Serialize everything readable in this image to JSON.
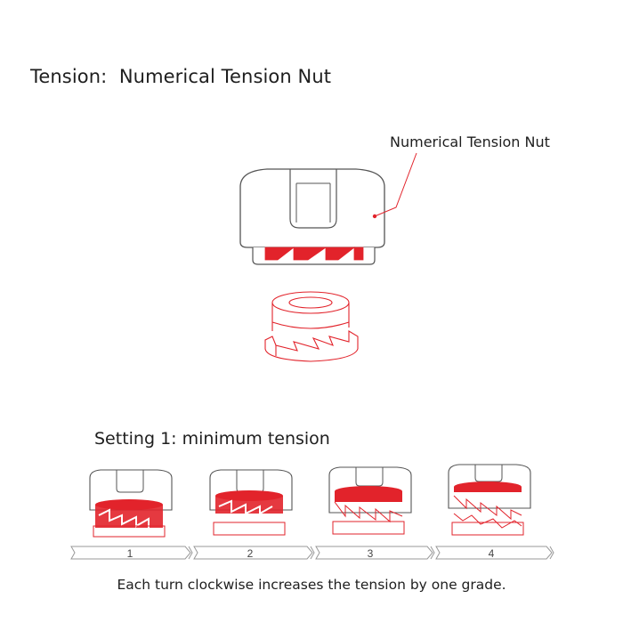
{
  "title": {
    "prefix": "Tension:",
    "main": "Numerical Tension Nut"
  },
  "callout": {
    "label": "Numerical Tension Nut"
  },
  "setting": {
    "prefix": "Setting 1:",
    "text": "minimum tension"
  },
  "steps": [
    "1",
    "2",
    "3",
    "4"
  ],
  "footer": {
    "caption": "Each turn clockwise increases the tension by one grade."
  },
  "colors": {
    "accent": "#e2232b",
    "outline": "#555555",
    "text": "#1e1e1e",
    "arrow_line": "#aaaaaa"
  },
  "icons": {
    "nut_cap": "tension-nut-cap-illustration",
    "nut_insert": "tension-nut-insert-illustration",
    "step_arrows": "double-chevron-right-icon"
  }
}
